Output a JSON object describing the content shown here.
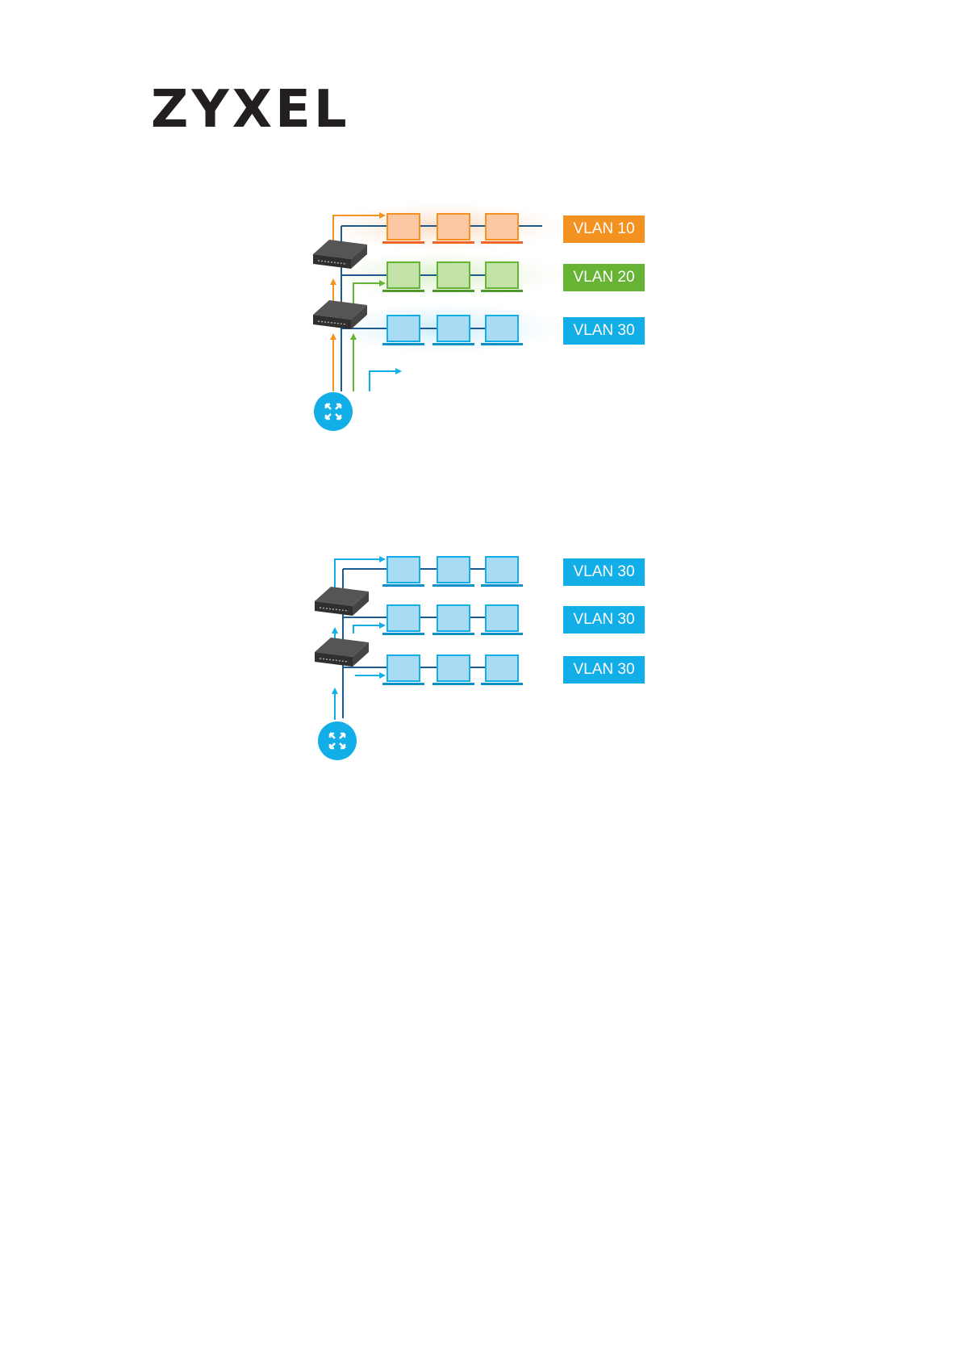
{
  "header": {
    "logo_text": "ZYXEL"
  },
  "colors": {
    "orange": "#f39220",
    "green": "#67b435",
    "blue": "#12aee8",
    "trunk": "#1e5a8e",
    "switch": "#3b3b3b"
  },
  "diagrams": [
    {
      "rows": [
        {
          "label": "VLAN 10",
          "color": "orange"
        },
        {
          "label": "VLAN 20",
          "color": "green"
        },
        {
          "label": "VLAN 30",
          "color": "blue"
        }
      ]
    },
    {
      "rows": [
        {
          "label": "VLAN 30",
          "color": "blue"
        },
        {
          "label": "VLAN 30",
          "color": "blue"
        },
        {
          "label": "VLAN 30",
          "color": "blue"
        }
      ]
    }
  ],
  "icons": {
    "switch": "network-switch-icon",
    "router": "router-icon",
    "computer": "laptop-icon"
  }
}
